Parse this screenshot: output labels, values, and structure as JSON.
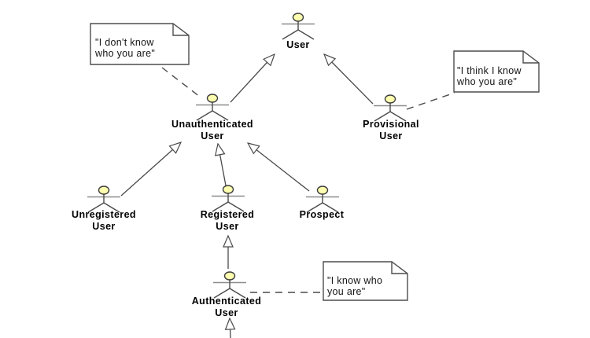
{
  "diagram_type": "uml-actor-generalization",
  "colors": {
    "background": "#ffffff",
    "actor_head_fill": "#ffffb0",
    "line": "#4a4a4a",
    "actor_arms": "#8c8c8c",
    "note_fill": "#ffffff",
    "note_border": "#4d4d4d",
    "label_text": "#000000"
  },
  "actors": [
    {
      "name": "User",
      "lines": [
        "User"
      ]
    },
    {
      "name": "Unauthenticated User",
      "lines": [
        "Unauthenticated",
        "User"
      ]
    },
    {
      "name": "Provisional User",
      "lines": [
        "Provisional",
        "User"
      ]
    },
    {
      "name": "Unregistered User",
      "lines": [
        "Unregistered",
        "User"
      ]
    },
    {
      "name": "Registered User",
      "lines": [
        "Registered",
        "User"
      ]
    },
    {
      "name": "Prospect",
      "lines": [
        "Prospect"
      ]
    },
    {
      "name": "Authenticated User",
      "lines": [
        "Authenticated",
        "User"
      ]
    }
  ],
  "notes": [
    {
      "text_lines": [
        "\"I don't know",
        "who you are\""
      ],
      "attached_to": "Unauthenticated User"
    },
    {
      "text_lines": [
        "\"I think I know",
        "who you are\""
      ],
      "attached_to": "Provisional User"
    },
    {
      "text_lines": [
        "\"I know who",
        "you are\""
      ],
      "attached_to": "Authenticated User"
    }
  ],
  "relationships": [
    {
      "type": "generalization",
      "from": "Unauthenticated User",
      "to": "User"
    },
    {
      "type": "generalization",
      "from": "Provisional User",
      "to": "User"
    },
    {
      "type": "generalization",
      "from": "Unregistered User",
      "to": "Unauthenticated User"
    },
    {
      "type": "generalization",
      "from": "Registered User",
      "to": "Unauthenticated User"
    },
    {
      "type": "generalization",
      "from": "Prospect",
      "to": "Unauthenticated User"
    },
    {
      "type": "generalization",
      "from": "Authenticated User",
      "to": "Registered User"
    },
    {
      "type": "generalization",
      "from": "off-screen (below)",
      "to": "Authenticated User"
    }
  ]
}
